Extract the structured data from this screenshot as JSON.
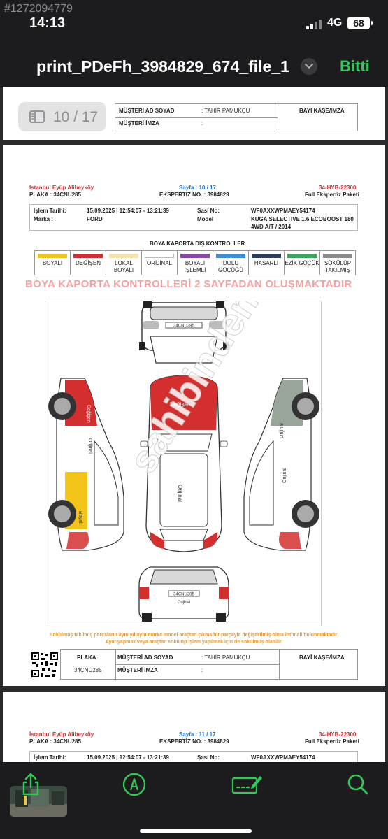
{
  "watermark_id": "#1272094779",
  "status": {
    "time": "14:13",
    "network": "4G",
    "battery": "68"
  },
  "nav": {
    "title": "print_PDeFh_3984829_674_file_1",
    "done_label": "Bitti"
  },
  "page_indicator": {
    "text": "10 / 17"
  },
  "prev_page": {
    "customer_name_label": "MÜŞTERİ AD SOYAD",
    "customer_name_value": ": TAHİR PAMUKÇU",
    "customer_sign_label": "MÜŞTERİ İMZA",
    "customer_sign_value": ":",
    "dealer_label": "BAYİ KAŞE/İMZA"
  },
  "current_page": {
    "branch": "İstanbul Eyüp Alibeyköy",
    "plate_line": "PLAKA : 34CNU285",
    "page_label": "Sayfa : 10 / 17",
    "expertise_no": "EKSPERTİZ NO. : 3984829",
    "report_code": "34-HYB-22300",
    "package": "Full Ekspertiz Paketi",
    "info": {
      "date_label": "İşlem Tarihi:",
      "date_value": "15.09.2025 | 12:54:07 - 13:21:39",
      "brand_label": "Marka :",
      "brand_value": "FORD",
      "chassis_label": "Şasi No:",
      "chassis_value": "WF0AXXWPMAEY54174",
      "model_label": "Model",
      "model_value_1": "KUGA SELECTIVE 1.6 ECOBOOST 180",
      "model_value_2": "4WD A/T / 2014"
    },
    "section_title": "BOYA KAPORTA DIŞ KONTROLLER",
    "legend": [
      {
        "label": "BOYALI",
        "color": "#f2c318"
      },
      {
        "label": "DEĞİŞEN",
        "color": "#d32f2f"
      },
      {
        "label": "LOKAL BOYALI",
        "color": "#f7e3a6"
      },
      {
        "label": "ORİJİNAL",
        "color": "#ffffff"
      },
      {
        "label": "BOYALI İŞLEMLİ",
        "color": "#8e44ad"
      },
      {
        "label": "DOLU GÖÇÜĞÜ",
        "color": "#3b8fd6"
      },
      {
        "label": "HASARLI",
        "color": "#2c3e60"
      },
      {
        "label": "EZİK GÖÇÜK",
        "color": "#3aa65a"
      },
      {
        "label": "SÖKÜLÜP TAKILMIŞ",
        "color": "#8a8a8a"
      }
    ],
    "overlay_text": "BOYA KAPORTA KONTROLLERİ 2 SAYFADAN OLUŞMAKTADIR",
    "car_labels": {
      "top_plate": "34CNU285",
      "changed": "Değişen",
      "original": "Orijinal",
      "painted": "Boyalı",
      "rear_plate": "34CNU285",
      "rear_original": "Orijinal"
    },
    "stamp_text": "sahibinden",
    "footnote_1": "Sökülmüş takılmış parçaların aynı yıl aynı marka model araçtan çıkma bir parçayla değiştirilmiş olma ihtimali bulunmaktadır.",
    "footnote_2": "Ayar yapmak veya araçtan sökülüp işlem yapılmak için de sökülmüş olabilir.",
    "signature": {
      "plate_label": "PLAKA",
      "plate_value": "34CNU285",
      "customer_name_label": "MÜŞTERİ AD SOYAD",
      "customer_name_value": ": TAHİR PAMUKÇU",
      "customer_sign_label": "MÜŞTERİ İMZA",
      "customer_sign_value": ":",
      "dealer_label": "BAYİ KAŞE/İMZA"
    }
  },
  "next_page": {
    "branch": "İstanbul Eyüp Alibeyköy",
    "plate_line": "PLAKA : 34CNU285",
    "page_label": "Sayfa : 11 / 17",
    "expertise_no": "EKSPERTİZ NO. : 3984829",
    "report_code": "34-HYB-22300",
    "package": "Full Ekspertiz Paketi",
    "date_label": "İşlem Tarihi:",
    "date_value": "15.09.2025 | 12:54:07 - 13:21:39",
    "chassis_label": "Şasi No:",
    "chassis_value": "WF0AXXWPMAEY54174"
  },
  "colors": {
    "accent_green": "#34c759",
    "changed_red": "#d32f2f",
    "painted_yellow": "#f2c318",
    "original_gray": "#9aa59c"
  },
  "toolbar_icons": [
    "share-icon",
    "markup-pen-icon",
    "signature-icon",
    "search-icon"
  ]
}
